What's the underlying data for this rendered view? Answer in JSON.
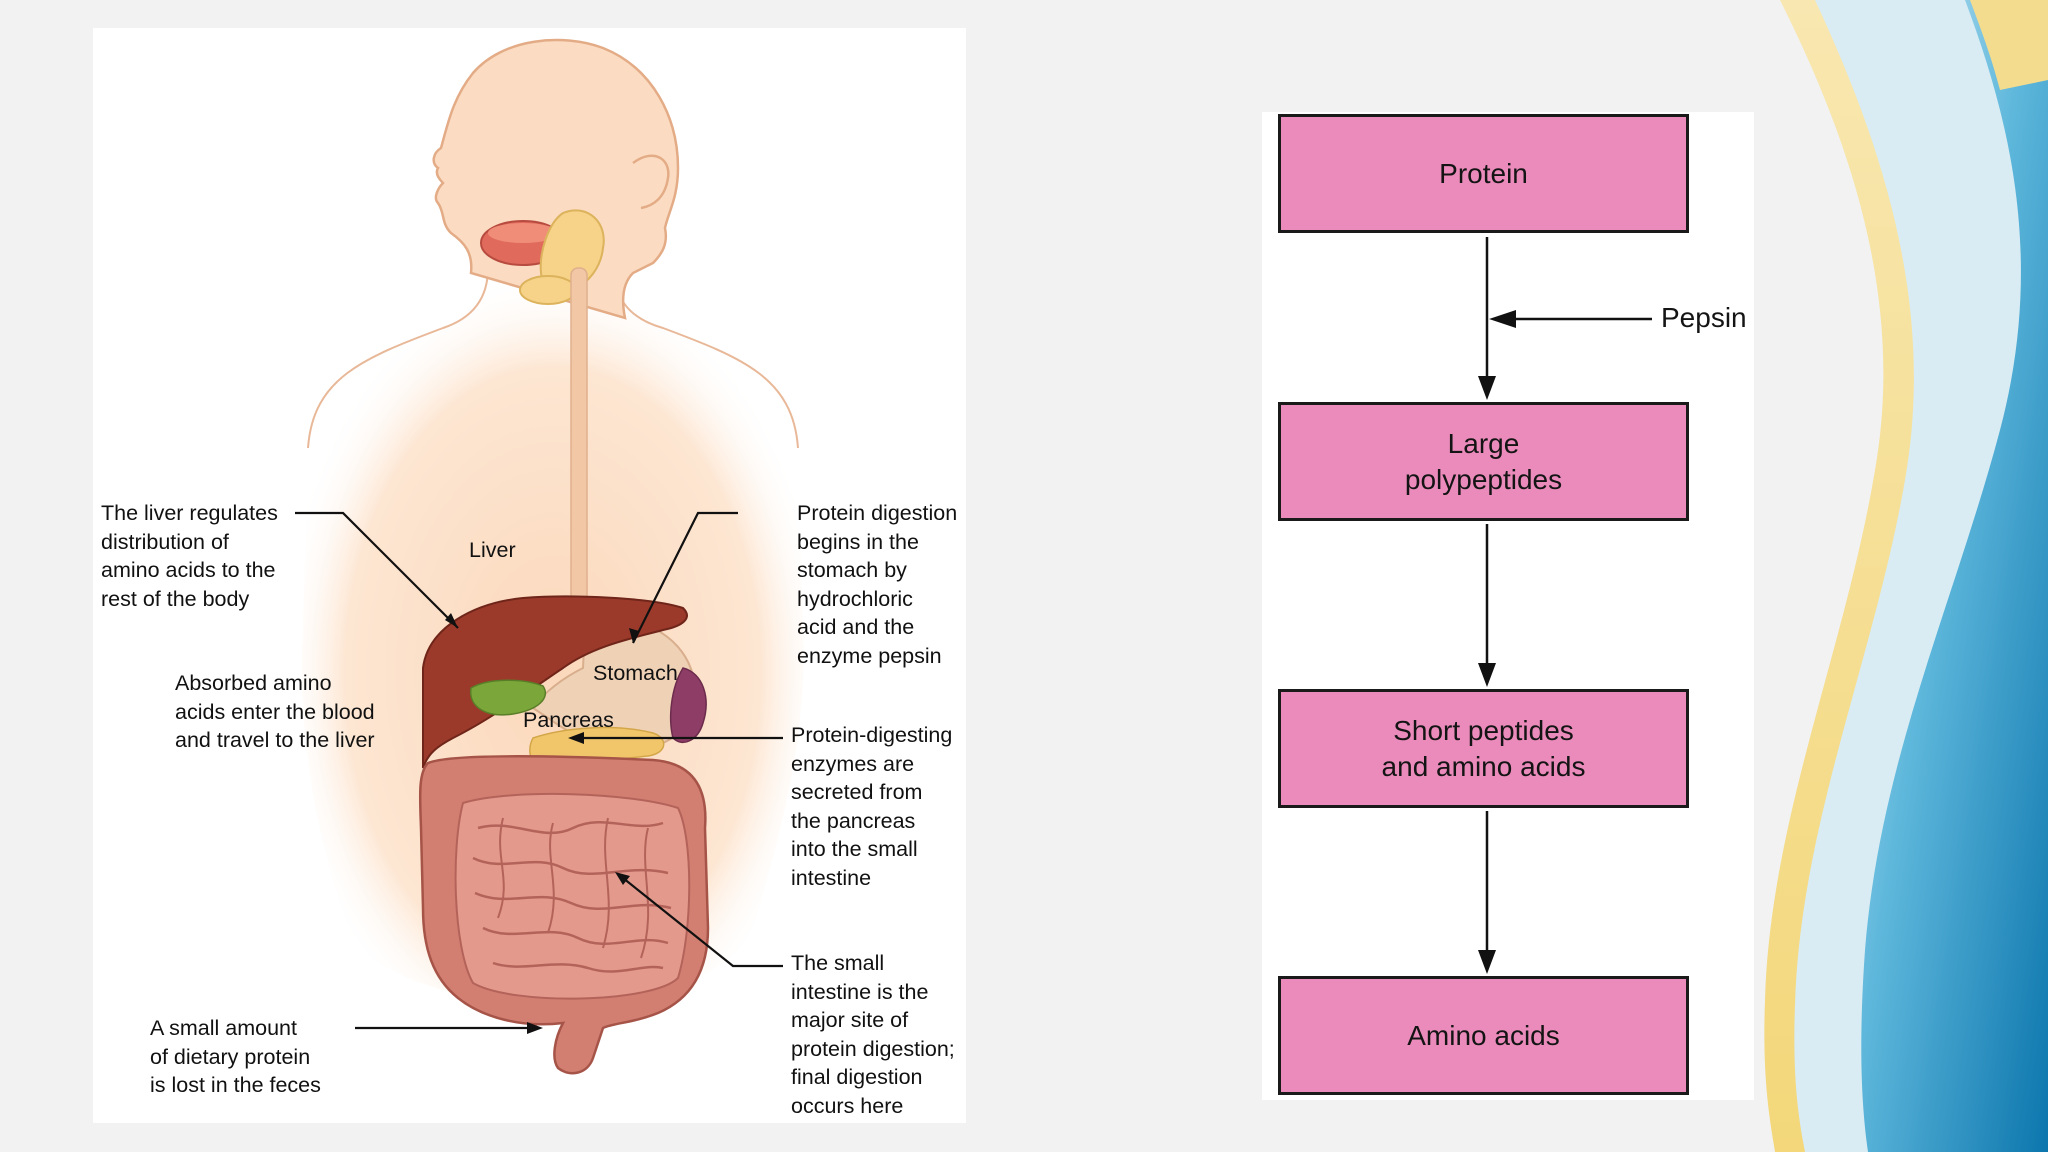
{
  "anatomy": {
    "organs": {
      "liver": "Liver",
      "stomach": "Stomach",
      "pancreas": "Pancreas"
    },
    "callouts": {
      "liver_regulates": "The liver regulates\ndistribution of\namino acids to the\nrest of the body",
      "absorbed": "Absorbed amino\nacids enter the blood\nand travel to the liver",
      "feces": "A small amount\nof dietary protein\nis lost in the feces",
      "stomach_digestion": "Protein digestion\nbegins in the\nstomach by\nhydrochloric\nacid and the\nenzyme pepsin",
      "pancreas_enzymes": "Protein-digesting\nenzymes are\nsecreted from\nthe pancreas\ninto the small\nintestine",
      "small_intestine": "The small\nintestine is the\nmajor site of\nprotein digestion;\nfinal digestion\noccurs here"
    }
  },
  "flowchart": {
    "steps": [
      "Protein",
      "Large\npolypeptides",
      "Short peptides\nand amino acids",
      "Amino acids"
    ],
    "enzyme": "Pepsin"
  },
  "colors": {
    "box_fill": "#ea8bbb",
    "skin": "#fbdcc0",
    "liver": "#9b3a2a",
    "intestine": "#cf7a6c"
  }
}
